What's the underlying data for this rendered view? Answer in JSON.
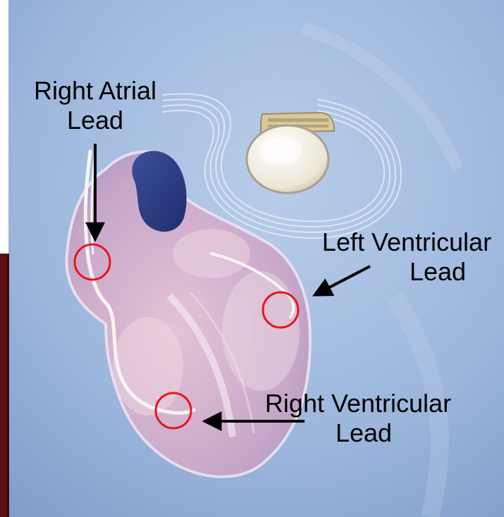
{
  "labels": {
    "right_atrial": {
      "line1": "Right Atrial",
      "line2": "Lead"
    },
    "left_ventricular": {
      "line1": "Left Ventricular",
      "line2": "Lead"
    },
    "right_ventricular": {
      "line1": "Right Ventricular",
      "line2": "Lead"
    }
  },
  "colors": {
    "background": "#9fb8dc",
    "highlight_circle": "#e8141a",
    "arrow": "#000000",
    "heart": "#c9a8c4",
    "left_strip": "#5a0f12"
  },
  "icons": {
    "pacemaker": "pacemaker-device-icon",
    "heart": "heart-illustration"
  }
}
